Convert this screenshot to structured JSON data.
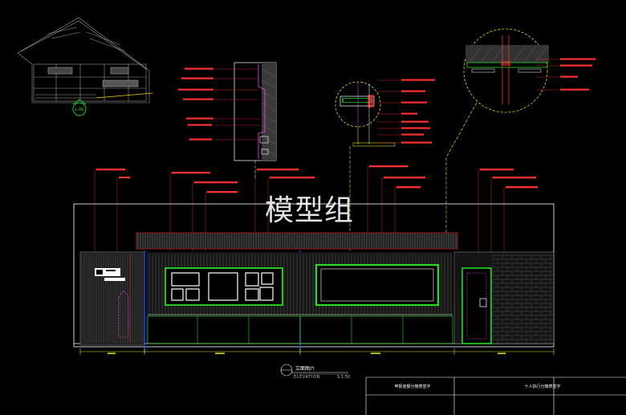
{
  "watermark": "模型组",
  "drawing_title": {
    "title": "立面图六",
    "subtitle": "ELEVATION",
    "scale": "S:1:50"
  },
  "key_plan": {
    "tag": "L-06"
  },
  "title_block": {
    "left_cell": "申报金额分摊表签字",
    "right_cell": "十人执行分摊表签字"
  },
  "colors": {
    "background": "#000000",
    "outline": "#ffffff",
    "dimension": "#e0e020",
    "annotation": "#ff3030",
    "frame_green": "#22dd22",
    "blue": "#3355ff",
    "magenta": "#ff40ff",
    "grey": "#9a9a9a"
  }
}
